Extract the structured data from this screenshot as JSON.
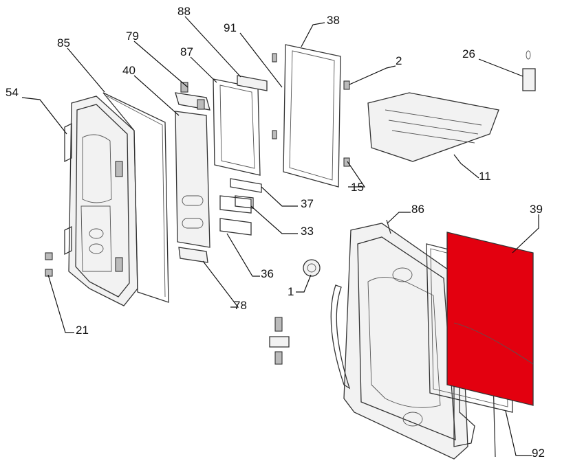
{
  "callouts": [
    {
      "id": "54",
      "label": "54"
    },
    {
      "id": "85",
      "label": "85"
    },
    {
      "id": "79",
      "label": "79"
    },
    {
      "id": "40",
      "label": "40"
    },
    {
      "id": "88",
      "label": "88"
    },
    {
      "id": "87",
      "label": "87"
    },
    {
      "id": "91",
      "label": "91"
    },
    {
      "id": "38",
      "label": "38"
    },
    {
      "id": "2",
      "label": "2"
    },
    {
      "id": "26",
      "label": "26"
    },
    {
      "id": "11",
      "label": "11"
    },
    {
      "id": "15",
      "label": "15"
    },
    {
      "id": "37",
      "label": "37"
    },
    {
      "id": "33",
      "label": "33"
    },
    {
      "id": "36",
      "label": "36"
    },
    {
      "id": "78",
      "label": "78"
    },
    {
      "id": "1",
      "label": "1"
    },
    {
      "id": "21",
      "label": "21"
    },
    {
      "id": "86",
      "label": "86"
    },
    {
      "id": "39",
      "label": "39"
    },
    {
      "id": "92",
      "label": "92"
    }
  ],
  "highlight": {
    "part": "39",
    "color": "#e3000f"
  },
  "line_color": "#333333"
}
